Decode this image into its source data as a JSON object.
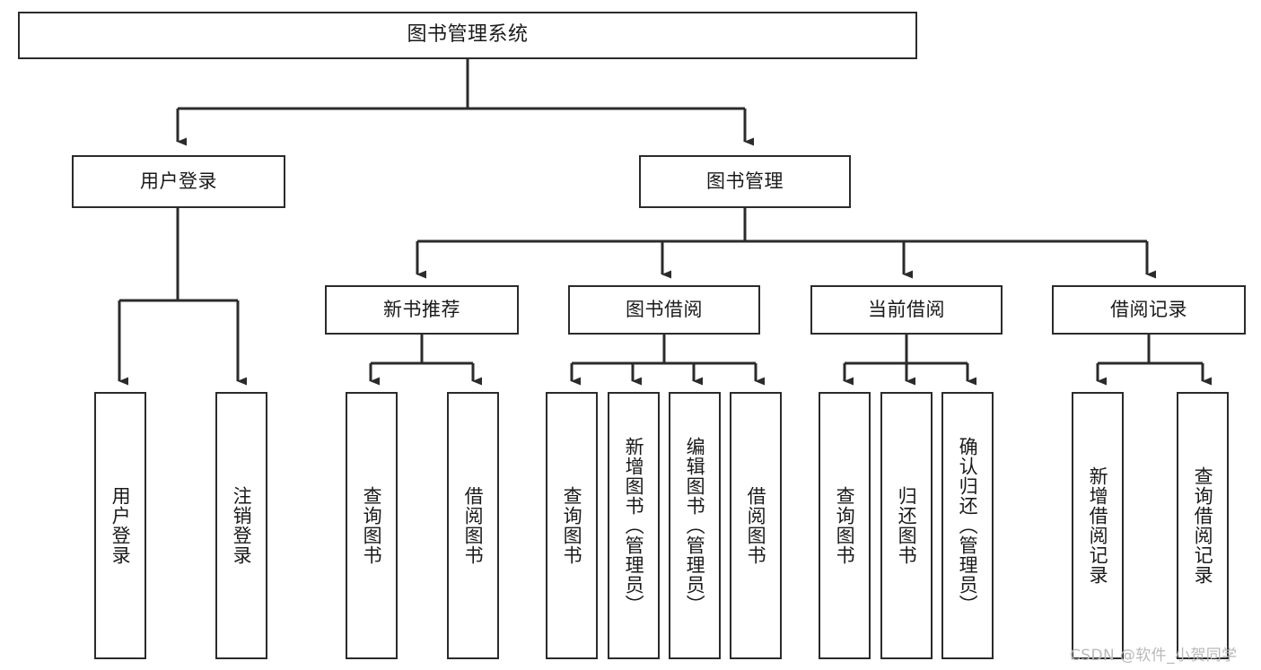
{
  "diagram": {
    "type": "tree-hierarchy",
    "title": "图书管理系统",
    "watermark": "CSDN @软件_小贺同学",
    "colors": {
      "stroke": "#2b2b2b",
      "fill": "#ffffff",
      "text": "#1a1a1a",
      "watermark": "#b9b9b9"
    },
    "nodes": {
      "root": "图书管理系统",
      "level2": {
        "user_login": "用户登录",
        "book_manage": "图书管理"
      },
      "level3": {
        "new_book_recommend": "新书推荐",
        "book_borrow": "图书借阅",
        "current_borrow": "当前借阅",
        "borrow_record": "借阅记录"
      },
      "leaves": {
        "user_login_1": "用户登录",
        "user_login_2": "注销登录",
        "recommend_1": "查询图书",
        "recommend_2": "借阅图书",
        "borrow_1": "查询图书",
        "borrow_2": "新增图书（管理员）",
        "borrow_3": "编辑图书（管理员）",
        "borrow_4": "借阅图书",
        "current_1": "查询图书",
        "current_2": "归还图书",
        "current_3": "确认归还（管理员）",
        "record_1": "新增借阅记录",
        "record_2": "查询借阅记录"
      }
    }
  }
}
